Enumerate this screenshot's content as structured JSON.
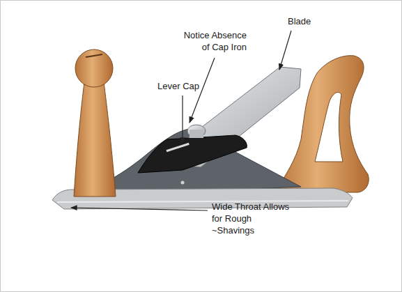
{
  "diagram": {
    "labels": [
      "Blade",
      "Notice Absence of Cap Iron",
      "Lever Cap",
      "Wide Throat Allows for Rough ~Shavings"
    ]
  }
}
